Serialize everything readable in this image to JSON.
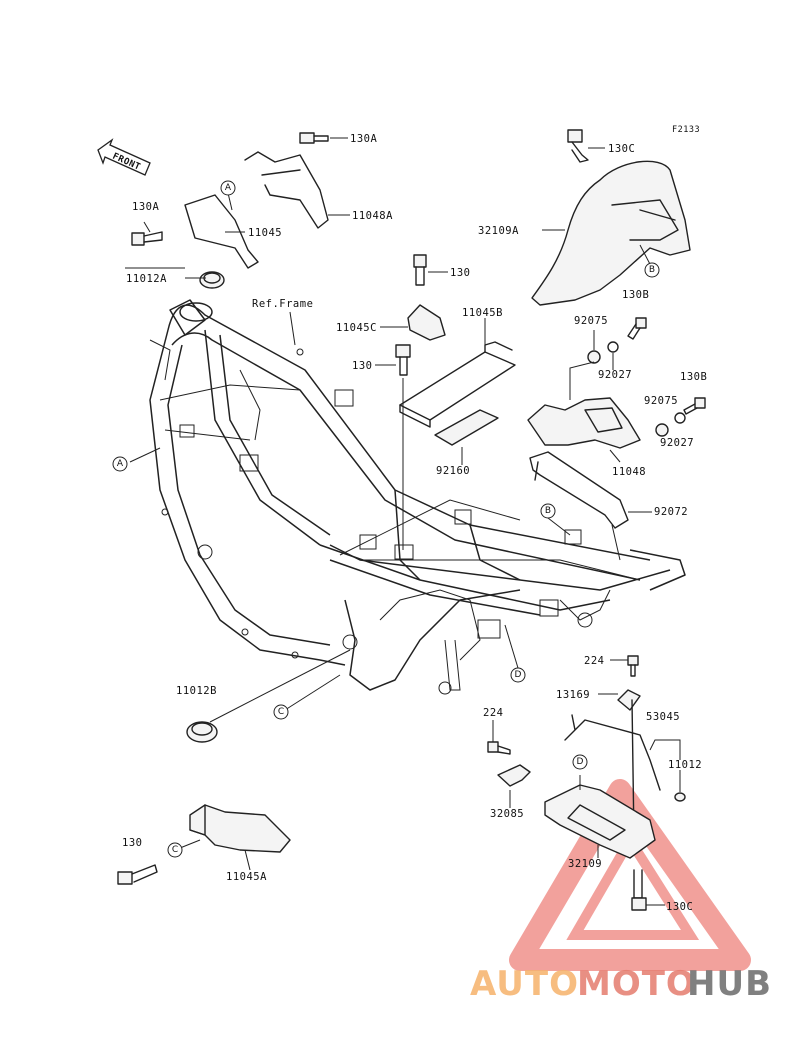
{
  "diagram": {
    "figure_code": "F2133",
    "front_label": "FRONT",
    "ref_frame_label": "Ref.Frame",
    "ref_circles": [
      "A",
      "A",
      "B",
      "B",
      "C",
      "C",
      "D",
      "D"
    ],
    "parts": {
      "p130A_top": "130A",
      "p130C_top": "130C",
      "p130A_left": "130A",
      "p11048A": "11048A",
      "p32109A": "32109A",
      "p11045": "11045",
      "p130_mid": "130",
      "p11012A": "11012A",
      "p130B_top": "130B",
      "p11045C": "11045C",
      "p11045B": "11045B",
      "p92075_a": "92075",
      "p92027_a": "92027",
      "p130_lower": "130",
      "p130B_right": "130B",
      "p92075_b": "92075",
      "p92027_b": "92027",
      "p92160": "92160",
      "p11048": "11048",
      "p92072": "92072",
      "p224_a": "224",
      "p13169": "13169",
      "p11012B": "11012B",
      "p53045": "53045",
      "p224_b": "224",
      "p11012": "11012",
      "p32085": "32085",
      "p130_bottom": "130",
      "p32109": "32109",
      "p11045A": "11045A",
      "p130C_bottom": "130C"
    }
  },
  "watermark": {
    "auto": "AUTO",
    "moto": "MOTO",
    "hub": "HUB",
    "color_auto": "#f6b26b",
    "color_moto": "#e57c6e",
    "color_hub": "#6b6b6b",
    "triangle_color": "#e8554d"
  }
}
